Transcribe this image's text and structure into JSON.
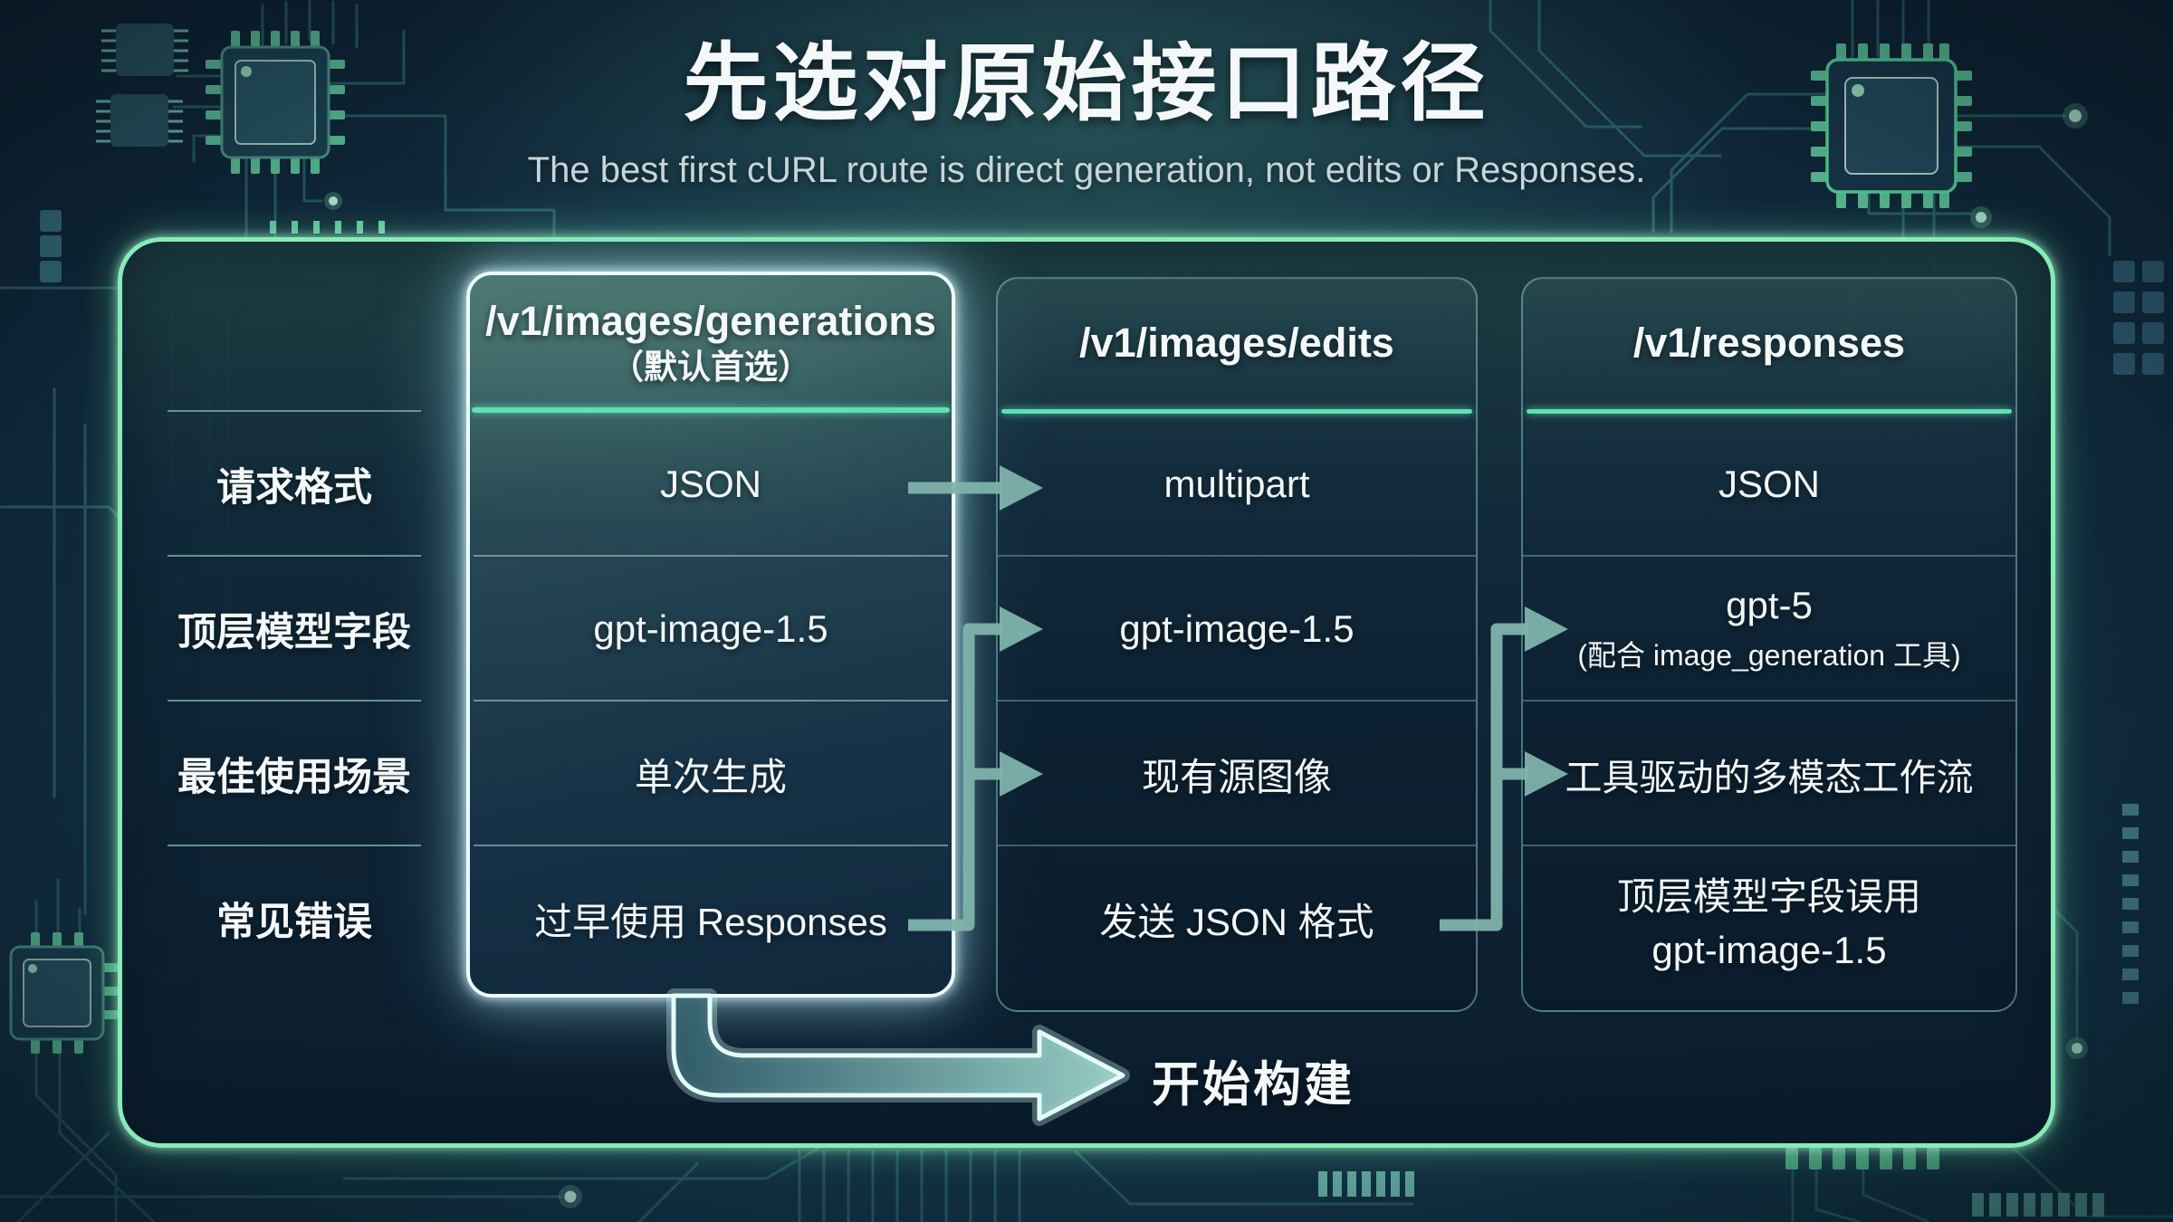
{
  "title": "先选对原始接口路径",
  "subtitle": "The best first cURL route is direct generation, not edits or Responses.",
  "table": {
    "row_labels": [
      "请求格式",
      "顶层模型字段",
      "最佳使用场景",
      "常见错误"
    ],
    "columns": [
      {
        "header": "/v1/images/generations",
        "subheader": "（默认首选）",
        "highlighted": true,
        "cells": [
          {
            "text": "JSON"
          },
          {
            "text": "gpt-image-1.5"
          },
          {
            "text": "单次生成"
          },
          {
            "text": "过早使用 Responses"
          }
        ]
      },
      {
        "header": "/v1/images/edits",
        "highlighted": false,
        "cells": [
          {
            "text": "multipart"
          },
          {
            "text": "gpt-image-1.5"
          },
          {
            "text": "现有源图像"
          },
          {
            "text": "发送 JSON 格式"
          }
        ]
      },
      {
        "header": "/v1/responses",
        "highlighted": false,
        "cells": [
          {
            "text": "JSON"
          },
          {
            "text": "gpt-5",
            "note": "(配合 image_generation 工具)"
          },
          {
            "text": "工具驱动的多模态工作流"
          },
          {
            "text": "顶层模型字段误用",
            "line2": "gpt-image-1.5"
          }
        ]
      }
    ]
  },
  "flow": {
    "cta_label": "开始构建",
    "arrows": [
      {
        "from": "generations.请求格式",
        "to": "edits.请求格式"
      },
      {
        "from": "generations.常见错误",
        "to": "edits.顶层模型字段"
      },
      {
        "from": "generations.常见错误",
        "to": "edits.最佳使用场景"
      },
      {
        "from": "edits.常见错误",
        "to": "responses.顶层模型字段"
      },
      {
        "from": "edits.常见错误",
        "to": "responses.最佳使用场景"
      }
    ]
  },
  "colors": {
    "background": "#0e2536",
    "panel_border": "#86ecb6",
    "highlight_card_border": "#ecfdff",
    "header_underline": "#5ee0b2",
    "connector": "#7fb3ab",
    "circuit": "#2e6b6d",
    "text_primary": "#f4f8f8",
    "text_secondary": "#c7d4d9"
  }
}
